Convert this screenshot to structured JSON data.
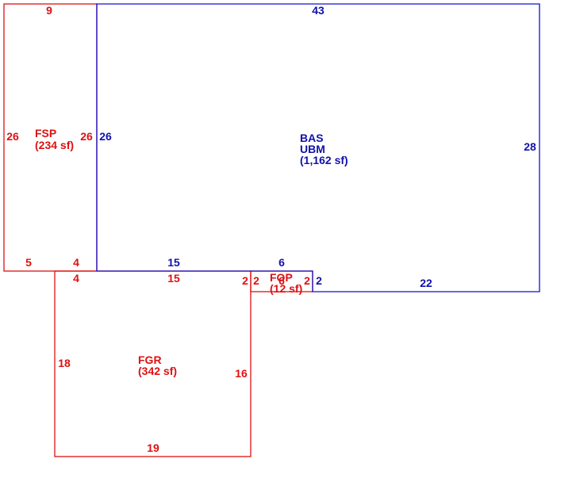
{
  "colors": {
    "red": "#dd1111",
    "blue": "#1111aa"
  },
  "areas": {
    "bas": {
      "code": "BAS",
      "code2": "UBM",
      "area": "(1,162 sf)",
      "dims": {
        "top": "43",
        "right": "28",
        "left": "26",
        "bottom_a": "15",
        "bottom_b": "6",
        "step": "2",
        "bottom_c": "22"
      }
    },
    "fsp": {
      "code": "FSP",
      "area": "(234 sf)",
      "dims": {
        "top": "9",
        "left": "26",
        "right": "26",
        "bottom_a": "5",
        "bottom_b": "4"
      }
    },
    "fgr": {
      "code": "FGR",
      "area": "(342 sf)",
      "dims": {
        "top_a": "4",
        "top_b": "15",
        "top_c": "2",
        "left": "18",
        "right": "16",
        "bottom": "19"
      }
    },
    "fop": {
      "code": "FOP",
      "area": "(12 sf)",
      "dims": {
        "left": "2",
        "top": "6",
        "right": "2"
      }
    }
  }
}
